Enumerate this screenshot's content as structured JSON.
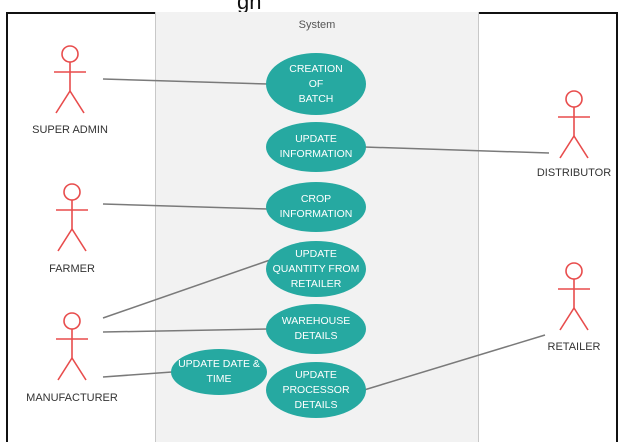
{
  "diagram": {
    "title_fragment": "gn",
    "system_label": "System",
    "colors": {
      "usecase_fill": "#26a9a1",
      "actor_stroke": "#e84c4c",
      "line": "#7a7a7a",
      "system_bg": "#f2f2f2"
    },
    "actors": [
      {
        "id": "super_admin",
        "label": "SUPER ADMIN"
      },
      {
        "id": "farmer",
        "label": "FARMER"
      },
      {
        "id": "manufacturer",
        "label": "MANUFACTURER"
      },
      {
        "id": "distributor",
        "label": "DISTRIBUTOR"
      },
      {
        "id": "retailer",
        "label": "RETAILER"
      }
    ],
    "use_cases": [
      {
        "id": "creation_of_batch",
        "label": "CREATION\nOF\nBATCH"
      },
      {
        "id": "update_information",
        "label": "UPDATE\nINFORMATION"
      },
      {
        "id": "crop_information",
        "label": "CROP\nINFORMATION"
      },
      {
        "id": "update_quantity_from_retailer",
        "label": "UPDATE\nQUANTITY FROM\nRETAILER"
      },
      {
        "id": "warehouse_details",
        "label": "WAREHOUSE\nDETAILS"
      },
      {
        "id": "update_date_time",
        "label": "UPDATE DATE &\nTIME"
      },
      {
        "id": "update_processor_details",
        "label": "UPDATE\nPROCESSOR\nDETAILS"
      }
    ],
    "associations": [
      [
        "super_admin",
        "creation_of_batch"
      ],
      [
        "distributor",
        "update_information"
      ],
      [
        "farmer",
        "crop_information"
      ],
      [
        "manufacturer",
        "update_quantity_from_retailer"
      ],
      [
        "manufacturer",
        "warehouse_details"
      ],
      [
        "manufacturer",
        "update_date_time"
      ],
      [
        "retailer",
        "update_processor_details"
      ]
    ]
  }
}
